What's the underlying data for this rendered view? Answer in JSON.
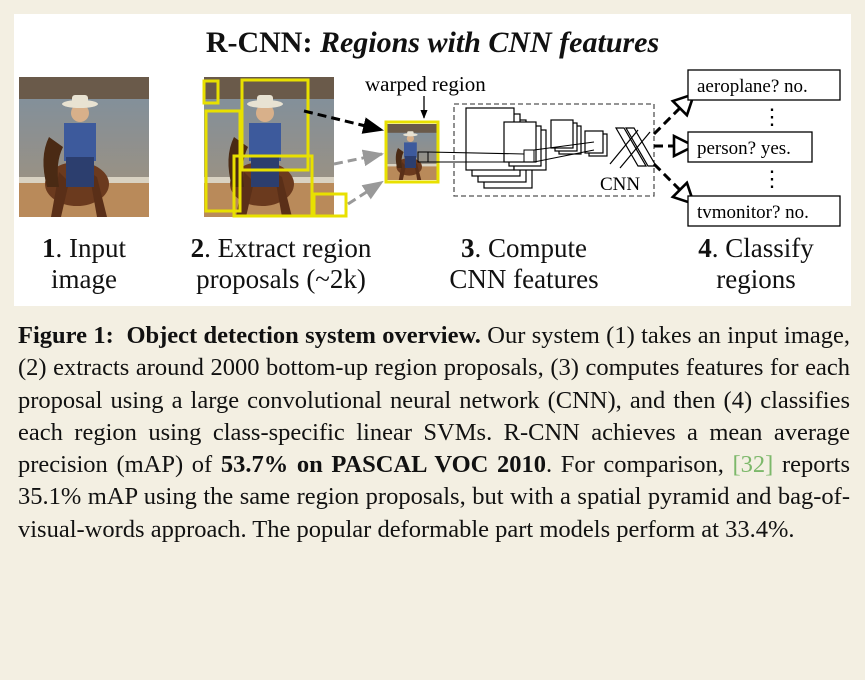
{
  "figure": {
    "title_prefix": "R-CNN: ",
    "title_italic": "Regions with CNN features",
    "warped_label": "warped region",
    "cnn_label": "CNN",
    "outputs": [
      "aeroplane? no.",
      "person? yes.",
      "tvmonitor? no."
    ],
    "ellipsis": "⋮",
    "steps": [
      {
        "num": "1",
        "line1": ". Input",
        "line2": "image"
      },
      {
        "num": "2",
        "line1": ". Extract region",
        "line2": "proposals (~2k)"
      },
      {
        "num": "3",
        "line1": ". Compute",
        "line2": "CNN features"
      },
      {
        "num": "4",
        "line1": ". Classify",
        "line2": "regions"
      }
    ]
  },
  "caption": {
    "label": "Figure 1:",
    "heading": "Object detection system overview.",
    "text1": " Our system (1) takes an input image, (2) extracts around 2000 bottom-up region proposals, (3) computes features for each proposal using a large convolutional neural network (CNN), and then (4) classifies each region using class-specific linear SVMs. R-CNN achieves a mean average precision (mAP) of ",
    "bold_result": "53.7% on PASCAL VOC 2010",
    "text2": ". For comparison, ",
    "cite_open": "[",
    "cite_ref": "32",
    "cite_close": "]",
    "text3": " reports 35.1% mAP using the same region proposals, but with a spatial pyramid and bag-of-visual-words approach. The popular deformable part models perform at 33.4%."
  },
  "colors": {
    "proposal_box": "#e8e000",
    "citation": "#7cb86a",
    "background": "#f3efe2"
  }
}
